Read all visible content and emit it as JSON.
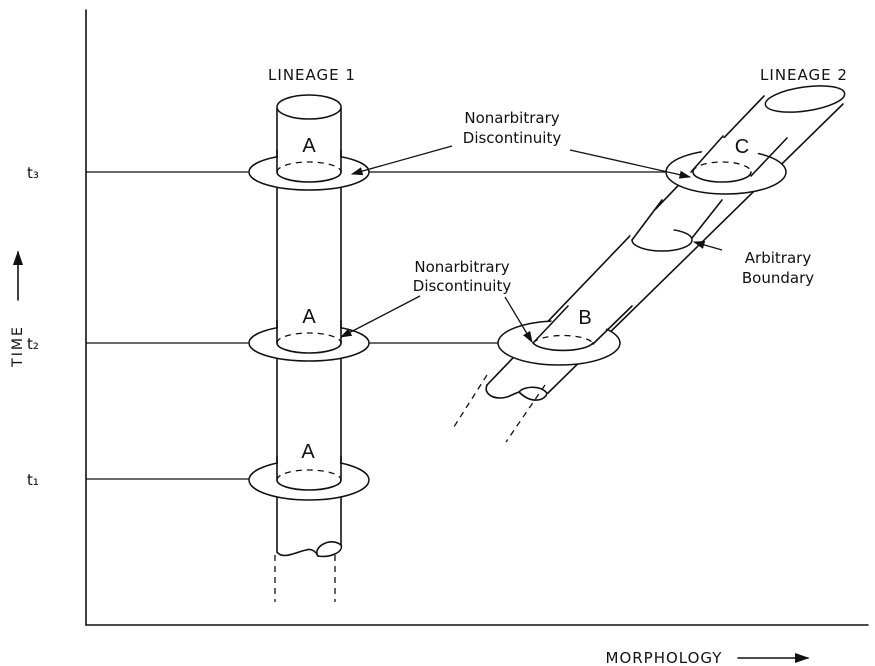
{
  "axes": {
    "y_label": "TIME",
    "x_label": "MORPHOLOGY",
    "time_ticks": [
      "t₃",
      "t₂",
      "t₁"
    ]
  },
  "lineages": {
    "lineage_1": "LINEAGE 1",
    "lineage_2": "LINEAGE 2"
  },
  "species": {
    "a_t1": "A",
    "a_t2": "A",
    "a_t3": "A",
    "b": "B",
    "c": "C"
  },
  "annotations": {
    "top_discontinuity": [
      "Nonarbitrary",
      "Discontinuity"
    ],
    "mid_discontinuity": [
      "Nonarbitrary",
      "Discontinuity"
    ],
    "arbitrary_boundary": [
      "Arbitrary",
      "Boundary"
    ]
  }
}
